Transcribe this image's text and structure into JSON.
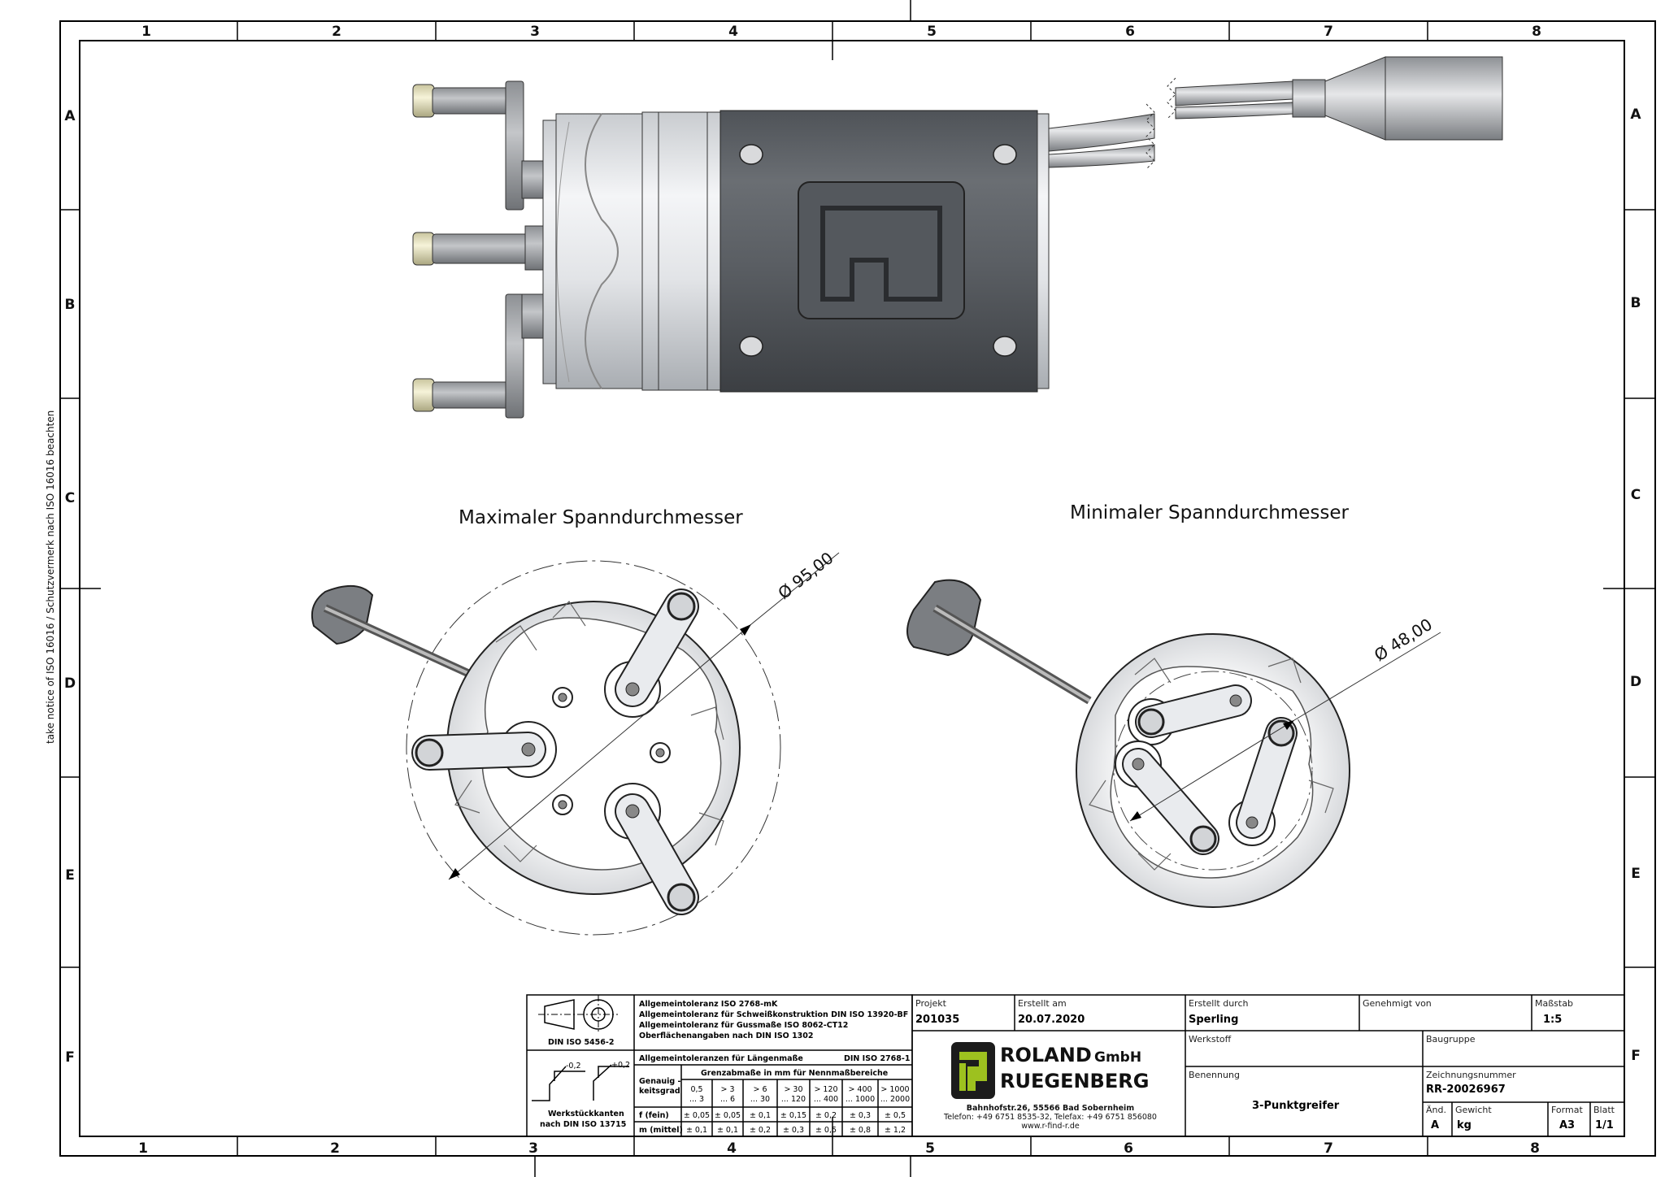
{
  "frame": {
    "columns": [
      "1",
      "2",
      "3",
      "4",
      "5",
      "6",
      "7",
      "8"
    ],
    "rows": [
      "A",
      "B",
      "C",
      "D",
      "E",
      "F"
    ],
    "side_notice": "take notice of ISO 16016 / Schutzvermerk nach ISO 16016 beachten"
  },
  "views": {
    "max_label": "Maximaler Spanndurchmesser",
    "min_label": "Minimaler Spanndurchmesser",
    "max_dim": "Ø 95,00",
    "min_dim": "Ø 48,00"
  },
  "tolerance_block": {
    "projection_label": "DIN ISO 5456-2",
    "general_lines": [
      "Allgemeintoleranz ISO 2768-mK",
      "Allgemeintoleranz für Schweißkonstruktion DIN ISO 13920-BF",
      "Allgemeintoleranz für Gussmaße ISO 8062-CT12",
      "Oberflächenangaben nach DIN ISO 1302"
    ],
    "edge_minus": "-0,2",
    "edge_plus": "+0,2",
    "edge_label_1": "Werkstückkanten",
    "edge_label_2": "nach DIN ISO 13715",
    "length_title": "Allgemeintoleranzen für Längenmaße",
    "length_std": "DIN  ISO 2768-1",
    "grade_1": "Genauig -",
    "grade_2": "keitsgrad",
    "ranges_title": "Grenzabmaße in mm für Nennmaßbereiche",
    "ranges": [
      [
        "0,5",
        "... 3"
      ],
      [
        "> 3",
        "... 6"
      ],
      [
        "> 6",
        "... 30"
      ],
      [
        "> 30",
        "... 120"
      ],
      [
        "> 120",
        "... 400"
      ],
      [
        "> 400",
        "... 1000"
      ],
      [
        "> 1000",
        "... 2000"
      ]
    ],
    "rows": [
      {
        "grade": "f   (fein)",
        "values": [
          "± 0,05",
          "± 0,05",
          "± 0,1",
          "± 0,15",
          "± 0,2",
          "± 0,3",
          "± 0,5"
        ]
      },
      {
        "grade": "m  (mittel)",
        "values": [
          "± 0,1",
          "± 0,1",
          "± 0,2",
          "± 0,3",
          "± 0,5",
          "± 0,8",
          "± 1,2"
        ]
      }
    ]
  },
  "title_block": {
    "projekt_label": "Projekt",
    "projekt": "201035",
    "erstellt_am_label": "Erstellt am",
    "erstellt_am": "20.07.2020",
    "erstellt_durch_label": "Erstellt durch",
    "erstellt_durch": "Sperling",
    "genehmigt_label": "Genehmigt von",
    "massstab_label": "Maßstab",
    "massstab": "1:5",
    "werkstoff_label": "Werkstoff",
    "baugruppe_label": "Baugruppe",
    "benennung_label": "Benennung",
    "benennung": "3-Punktgreifer",
    "zeichnungsnummer_label": "Zeichnungsnummer",
    "zeichnungsnummer": "RR-20026967",
    "aend_label": "Änd.",
    "aend": "A",
    "gewicht_label": "Gewicht",
    "gewicht": "kg",
    "format_label": "Format",
    "format": "A3",
    "blatt_label": "Blatt",
    "blatt": "1/1"
  },
  "company": {
    "name_1": "ROLAND",
    "name_gmbh": "GmbH",
    "name_2": "RUEGENBERG",
    "address": "Bahnhofstr.26, 55566 Bad Sobernheim",
    "phone": "Telefon: +49 6751 8535-32, Telefax: +49 6751 856080",
    "web": "www.r-find-r.de",
    "brand_color": "#9dc11f"
  }
}
